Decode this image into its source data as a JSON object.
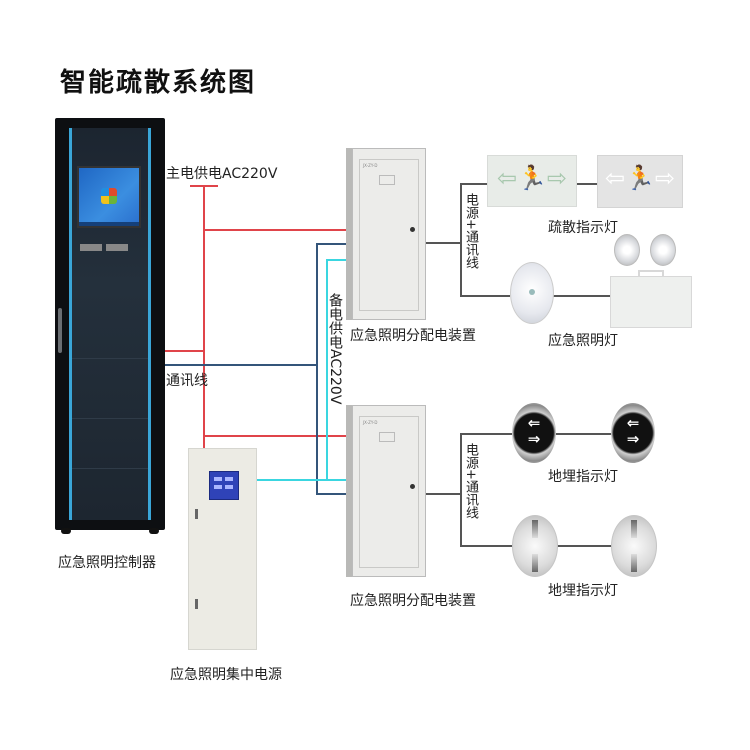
{
  "title": "智能疏散系统图",
  "labels": {
    "main_power": "主电供电AC220V",
    "backup_power": "备电供电AC220V",
    "comm_line": "通讯线",
    "power_comm_top": "电源+通讯线",
    "power_comm_bottom": "电源+通讯线"
  },
  "devices": {
    "controller": "应急照明控制器",
    "central_power": "应急照明集中电源",
    "distribution_top": "应急照明分配电装置",
    "distribution_bottom": "应急照明分配电装置",
    "evacuation_sign": "疏散指示灯",
    "emergency_light": "应急照明灯",
    "floor_indicator_top": "地埋指示灯",
    "floor_indicator_bottom": "地埋指示灯"
  },
  "icons": {
    "exit_sign_glyph": "⇦🏃⇨",
    "floor_arrows": "⇐\n⇒"
  },
  "colors": {
    "main_power_wire": "#e0444a",
    "comm_wire": "#34557a",
    "backup_power_wire": "#3ad6e0",
    "branch_wire": "#555555"
  }
}
